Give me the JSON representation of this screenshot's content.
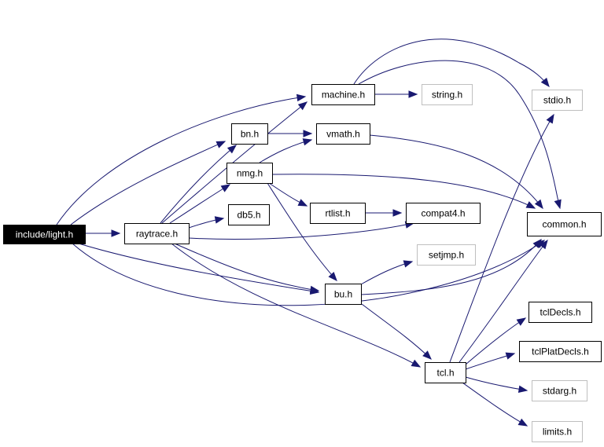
{
  "graph": {
    "edge_color": "#191970",
    "root_fill": "#000000",
    "external_border": "#bfbfbf",
    "nodes": [
      {
        "id": "light",
        "label": "include/light.h",
        "kind": "root"
      },
      {
        "id": "raytrace",
        "label": "raytrace.h",
        "kind": "internal"
      },
      {
        "id": "machine",
        "label": "machine.h",
        "kind": "internal"
      },
      {
        "id": "string",
        "label": "string.h",
        "kind": "external"
      },
      {
        "id": "stdio",
        "label": "stdio.h",
        "kind": "external"
      },
      {
        "id": "bn",
        "label": "bn.h",
        "kind": "internal"
      },
      {
        "id": "vmath",
        "label": "vmath.h",
        "kind": "internal"
      },
      {
        "id": "nmg",
        "label": "nmg.h",
        "kind": "internal"
      },
      {
        "id": "db5",
        "label": "db5.h",
        "kind": "internal"
      },
      {
        "id": "rtlist",
        "label": "rtlist.h",
        "kind": "internal"
      },
      {
        "id": "compat4",
        "label": "compat4.h",
        "kind": "internal"
      },
      {
        "id": "common",
        "label": "common.h",
        "kind": "internal"
      },
      {
        "id": "setjmp",
        "label": "setjmp.h",
        "kind": "external"
      },
      {
        "id": "bu",
        "label": "bu.h",
        "kind": "internal"
      },
      {
        "id": "tclDecls",
        "label": "tclDecls.h",
        "kind": "internal"
      },
      {
        "id": "tclPlatDecls",
        "label": "tclPlatDecls.h",
        "kind": "internal"
      },
      {
        "id": "tcl",
        "label": "tcl.h",
        "kind": "internal"
      },
      {
        "id": "stdarg",
        "label": "stdarg.h",
        "kind": "external"
      },
      {
        "id": "limits",
        "label": "limits.h",
        "kind": "external"
      }
    ],
    "edges": [
      {
        "from": "light",
        "to": "raytrace"
      },
      {
        "from": "light",
        "to": "machine"
      },
      {
        "from": "light",
        "to": "bn"
      },
      {
        "from": "light",
        "to": "bu"
      },
      {
        "from": "light",
        "to": "common"
      },
      {
        "from": "raytrace",
        "to": "machine"
      },
      {
        "from": "raytrace",
        "to": "bn"
      },
      {
        "from": "raytrace",
        "to": "nmg"
      },
      {
        "from": "raytrace",
        "to": "db5"
      },
      {
        "from": "raytrace",
        "to": "compat4"
      },
      {
        "from": "raytrace",
        "to": "bu"
      },
      {
        "from": "raytrace",
        "to": "tcl"
      },
      {
        "from": "machine",
        "to": "string"
      },
      {
        "from": "machine",
        "to": "stdio"
      },
      {
        "from": "machine",
        "to": "common"
      },
      {
        "from": "bn",
        "to": "vmath"
      },
      {
        "from": "vmath",
        "to": "common"
      },
      {
        "from": "nmg",
        "to": "vmath"
      },
      {
        "from": "nmg",
        "to": "rtlist"
      },
      {
        "from": "nmg",
        "to": "bu"
      },
      {
        "from": "nmg",
        "to": "common"
      },
      {
        "from": "rtlist",
        "to": "compat4"
      },
      {
        "from": "bu",
        "to": "setjmp"
      },
      {
        "from": "bu",
        "to": "tcl"
      },
      {
        "from": "bu",
        "to": "common"
      },
      {
        "from": "tcl",
        "to": "stdio"
      },
      {
        "from": "tcl",
        "to": "common"
      },
      {
        "from": "tcl",
        "to": "tclDecls"
      },
      {
        "from": "tcl",
        "to": "tclPlatDecls"
      },
      {
        "from": "tcl",
        "to": "stdarg"
      },
      {
        "from": "tcl",
        "to": "limits"
      }
    ]
  }
}
